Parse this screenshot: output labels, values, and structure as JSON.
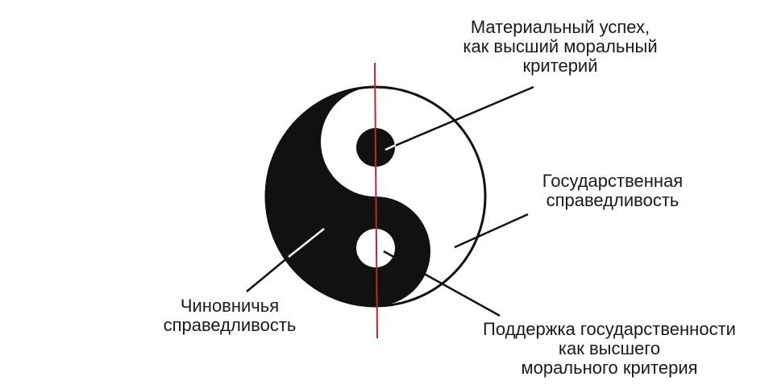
{
  "labels": {
    "material_success": [
      "Материальный успех,",
      "как высший моральный",
      "критерий"
    ],
    "state_justice": [
      "Государственная",
      "справедливость"
    ],
    "bureaucratic_justice": [
      "Чиновничья",
      "справедливость"
    ],
    "state_support": [
      "Поддержка государственности",
      "как высшего",
      "морального критерия"
    ]
  },
  "colors": {
    "ink": "#111111",
    "background": "#ffffff",
    "axis": "#c0262b"
  }
}
